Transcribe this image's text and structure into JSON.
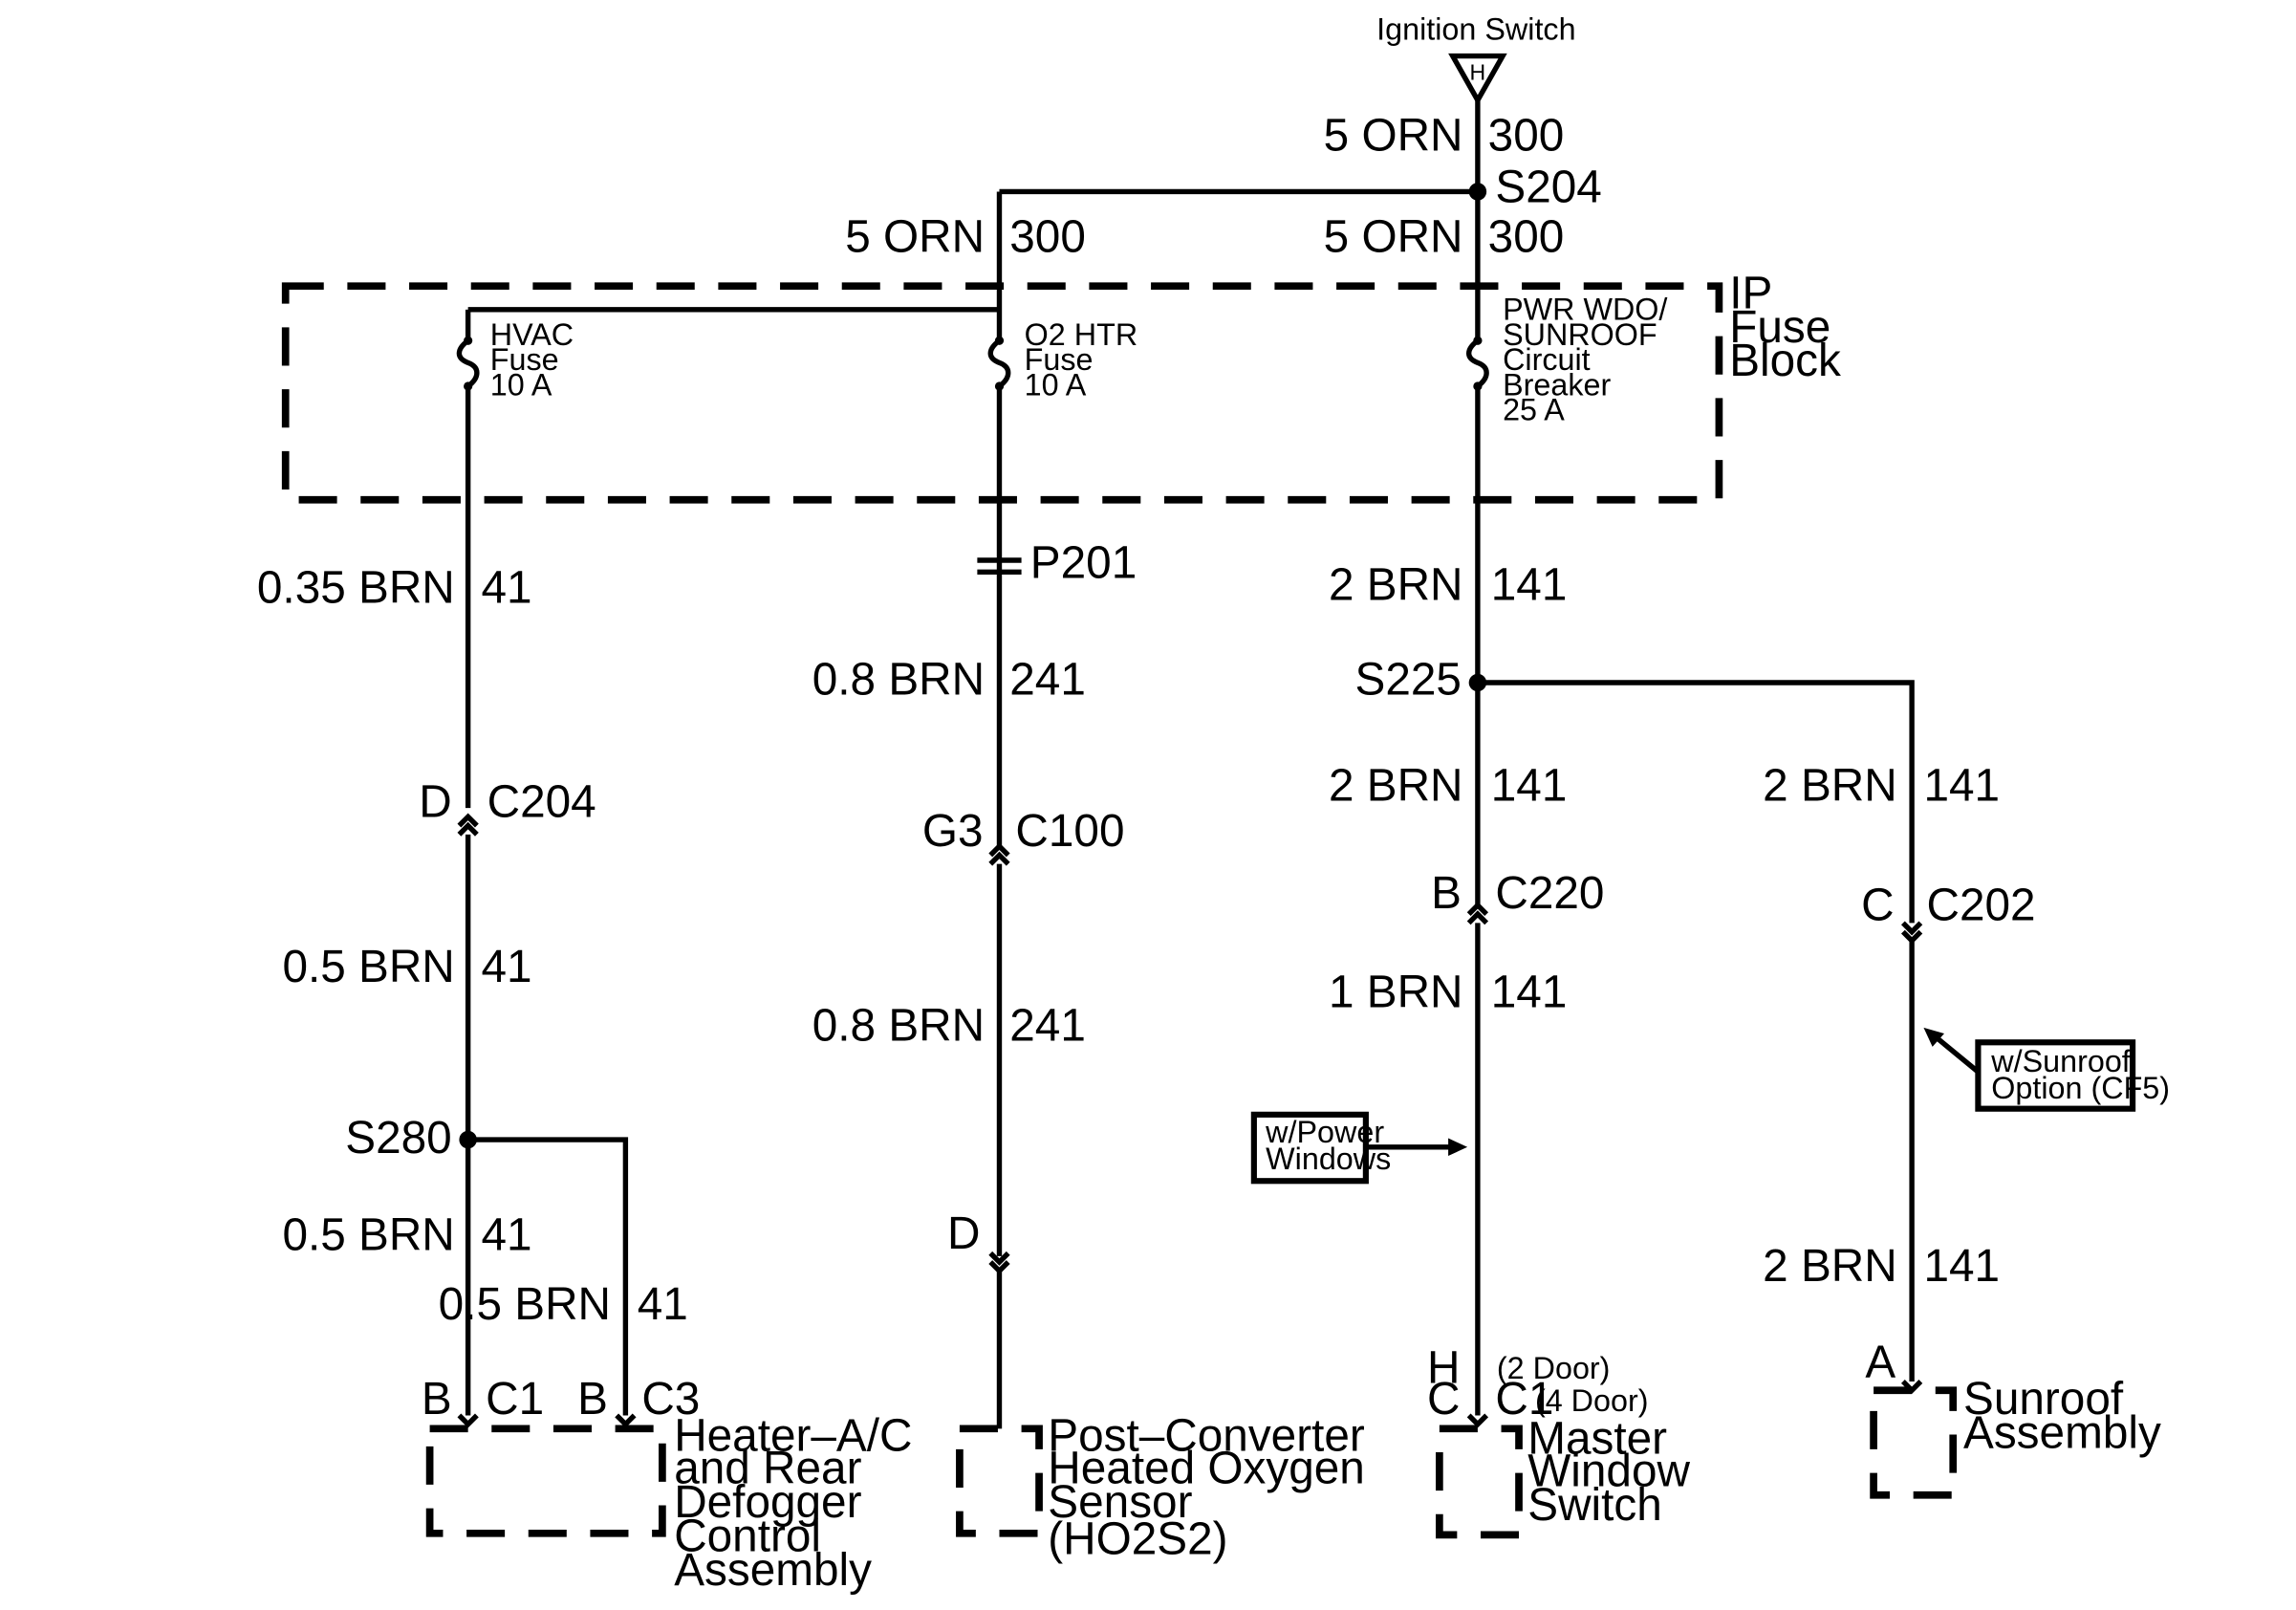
{
  "source": {
    "label": "Ignition Switch",
    "terminal": "H"
  },
  "fuse_block": {
    "label_line1": "IP",
    "label_line2": "Fuse",
    "label_line3": "Block"
  },
  "devices": {
    "hvac_fuse": [
      "HVAC",
      "Fuse",
      "10 A"
    ],
    "o2_fuse": [
      "O2 HTR",
      "Fuse",
      "10 A"
    ],
    "pwr_breaker": [
      "PWR WDO/",
      "SUNROOF",
      "Circuit",
      "Breaker",
      "25 A"
    ]
  },
  "wire_labels": {
    "top_color": "5 ORN",
    "top_circuit": "300",
    "left_top_color": "5 ORN",
    "left_top_circuit": "300",
    "right_top_color": "5 ORN",
    "right_top_circuit": "300",
    "hvac_a_color": "0.35 BRN",
    "hvac_a_circuit": "41",
    "hvac_b_color": "0.5 BRN",
    "hvac_b_circuit": "41",
    "hvac_c_color": "0.5 BRN",
    "hvac_c_circuit": "41",
    "hvac_d_color": "0.5 BRN",
    "hvac_d_circuit": "41",
    "o2_a_color": "0.8 BRN",
    "o2_a_circuit": "241",
    "o2_b_color": "0.8 BRN",
    "o2_b_circuit": "241",
    "pwr_a_color": "2 BRN",
    "pwr_a_circuit": "141",
    "pwr_b_color": "2 BRN",
    "pwr_b_circuit": "141",
    "pwr_c_color": "1 BRN",
    "pwr_c_circuit": "141",
    "sun_a_color": "2 BRN",
    "sun_a_circuit": "141",
    "sun_b_color": "2 BRN",
    "sun_b_circuit": "141"
  },
  "splices": {
    "s204": "S204",
    "s225": "S225",
    "s280": "S280",
    "p201": "P201"
  },
  "connectors": {
    "c204_pin": "D",
    "c204": "C204",
    "c100_pin": "G3",
    "c100": "C100",
    "c220_pin": "B",
    "c220": "C220",
    "c202_pin": "C",
    "c202": "C202",
    "o2_end_pin": "D",
    "hvac_c1_pin": "B",
    "hvac_c1": "C1",
    "hvac_c3_pin": "B",
    "hvac_c3": "C3",
    "mws_pin_2door": "H",
    "mws_note_2door": "(2 Door)",
    "mws_pin_4door": "C",
    "mws_c1": "C1",
    "mws_note_4door": "(4 Door)",
    "sun_pin": "A"
  },
  "notes": {
    "power_windows": [
      "w/Power",
      "Windows"
    ],
    "sunroof_option": [
      "w/Sunroof",
      "Option (CF5)"
    ]
  },
  "components": {
    "hvac": [
      "Heater–A/C",
      "and Rear",
      "Defogger",
      "Control",
      "Assembly"
    ],
    "ho2s2": [
      "Post–Converter",
      "Heated Oxygen",
      "Sensor",
      "(HO2S2)"
    ],
    "mws": [
      "Master",
      "Window",
      "Switch"
    ],
    "sunroof": [
      "Sunroof",
      "Assembly"
    ]
  }
}
